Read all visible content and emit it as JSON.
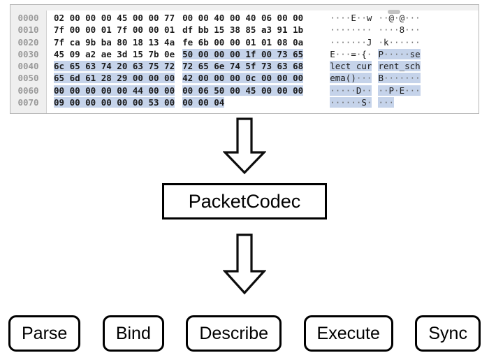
{
  "hex_viewer": {
    "name": "hex-dump-panel",
    "scrollbar": {
      "orientation": "horizontal",
      "position": "right"
    },
    "selection_color": "#c5d3ea",
    "offset_color": "#9a9a9a",
    "rows": [
      {
        "offset": "0000",
        "bytes_left": [
          "02",
          "00",
          "00",
          "00",
          "45",
          "00",
          "00",
          "77"
        ],
        "bytes_right": [
          "00",
          "00",
          "40",
          "00",
          "40",
          "06",
          "00",
          "00"
        ],
        "ascii_left": "····E··w",
        "ascii_right": "··@·@···",
        "selected_left": false,
        "selected_right": false
      },
      {
        "offset": "0010",
        "bytes_left": [
          "7f",
          "00",
          "00",
          "01",
          "7f",
          "00",
          "00",
          "01"
        ],
        "bytes_right": [
          "df",
          "bb",
          "15",
          "38",
          "85",
          "a3",
          "91",
          "1b"
        ],
        "ascii_left": "········",
        "ascii_right": "····8···",
        "selected_left": false,
        "selected_right": false
      },
      {
        "offset": "0020",
        "bytes_left": [
          "7f",
          "ca",
          "9b",
          "ba",
          "80",
          "18",
          "13",
          "4a"
        ],
        "bytes_right": [
          "fe",
          "6b",
          "00",
          "00",
          "01",
          "01",
          "08",
          "0a"
        ],
        "ascii_left": "·······J",
        "ascii_right": "·k······",
        "selected_left": false,
        "selected_right": false
      },
      {
        "offset": "0030",
        "bytes_left": [
          "45",
          "09",
          "a2",
          "ae",
          "3d",
          "15",
          "7b",
          "0e"
        ],
        "bytes_right": [
          "50",
          "00",
          "00",
          "00",
          "1f",
          "00",
          "73",
          "65"
        ],
        "ascii_left": "E···=·{·",
        "ascii_right": "P·····se",
        "selected_left": false,
        "selected_right": true
      },
      {
        "offset": "0040",
        "bytes_left": [
          "6c",
          "65",
          "63",
          "74",
          "20",
          "63",
          "75",
          "72"
        ],
        "bytes_right": [
          "72",
          "65",
          "6e",
          "74",
          "5f",
          "73",
          "63",
          "68"
        ],
        "ascii_left": "lect cur",
        "ascii_right": "rent_sch",
        "selected_left": true,
        "selected_right": true
      },
      {
        "offset": "0050",
        "bytes_left": [
          "65",
          "6d",
          "61",
          "28",
          "29",
          "00",
          "00",
          "00"
        ],
        "bytes_right": [
          "42",
          "00",
          "00",
          "00",
          "0c",
          "00",
          "00",
          "00"
        ],
        "ascii_left": "ema()···",
        "ascii_right": "B·······",
        "selected_left": true,
        "selected_right": true
      },
      {
        "offset": "0060",
        "bytes_left": [
          "00",
          "00",
          "00",
          "00",
          "00",
          "44",
          "00",
          "00"
        ],
        "bytes_right": [
          "00",
          "06",
          "50",
          "00",
          "45",
          "00",
          "00",
          "00"
        ],
        "ascii_left": "·····D··",
        "ascii_right": "··P·E···",
        "selected_left": true,
        "selected_right": true
      },
      {
        "offset": "0070",
        "bytes_left": [
          "09",
          "00",
          "00",
          "00",
          "00",
          "00",
          "53",
          "00"
        ],
        "bytes_right": [
          "00",
          "00",
          "04"
        ],
        "ascii_left": "······S·",
        "ascii_right": "···",
        "selected_left": true,
        "selected_right": true
      }
    ]
  },
  "flow": {
    "arrow_top": {
      "icon": "down-arrow-icon",
      "direction": "down"
    },
    "arrow_bottom": {
      "icon": "down-arrow-icon",
      "direction": "down"
    },
    "codec": {
      "label": "PacketCodec"
    },
    "stages": [
      {
        "label": "Parse"
      },
      {
        "label": "Bind"
      },
      {
        "label": "Describe"
      },
      {
        "label": "Execute"
      },
      {
        "label": "Sync"
      }
    ]
  }
}
